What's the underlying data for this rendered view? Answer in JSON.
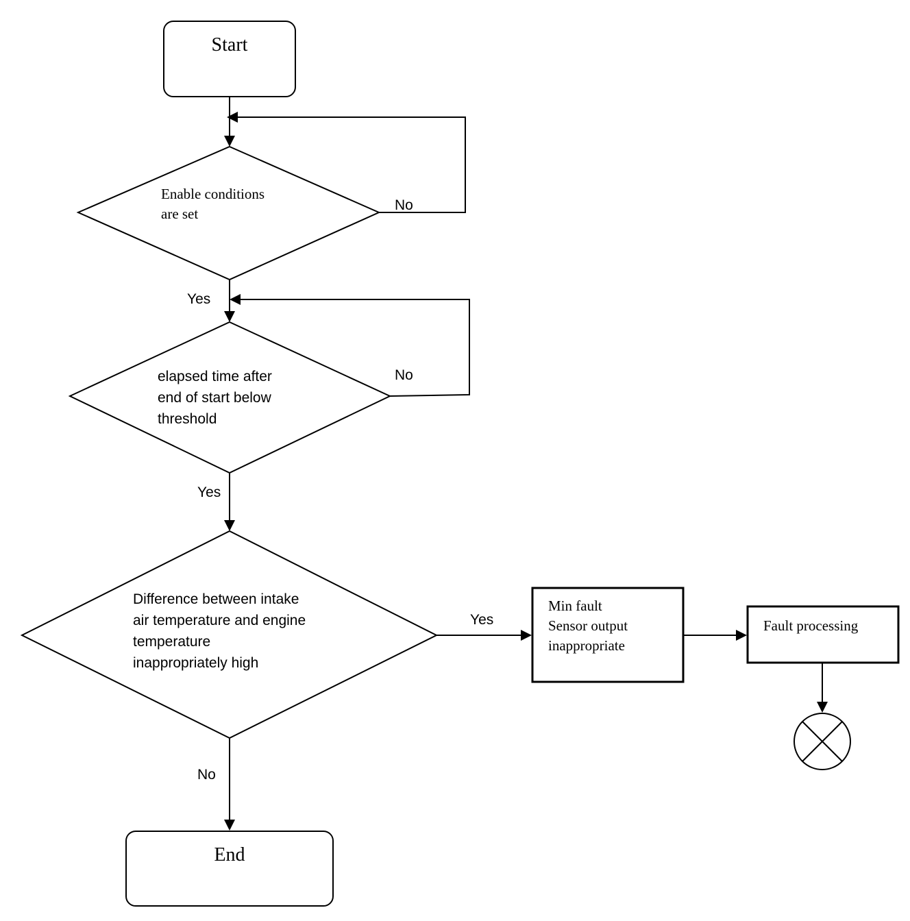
{
  "nodes": {
    "start": {
      "label": "Start"
    },
    "enable_conditions": {
      "lines": [
        "Enable conditions",
        "are set"
      ]
    },
    "elapsed_time": {
      "lines": [
        "elapsed time after",
        "end of start below",
        "threshold"
      ]
    },
    "difference": {
      "lines": [
        "Difference between intake",
        "air temperature and engine",
        "temperature",
        "inappropriately high"
      ]
    },
    "min_fault": {
      "lines": [
        "Min fault",
        "Sensor output",
        "inappropriate"
      ]
    },
    "fault_processing": {
      "label": "Fault processing"
    },
    "end": {
      "label": "End"
    },
    "terminator_symbol": {
      "icon": "circle-x-icon"
    }
  },
  "edge_labels": {
    "enable_no": "No",
    "enable_yes": "Yes",
    "elapsed_no": "No",
    "elapsed_yes": "Yes",
    "difference_yes": "Yes",
    "difference_no": "No"
  },
  "colors": {
    "stroke": "#000000",
    "fill": "#ffffff"
  }
}
